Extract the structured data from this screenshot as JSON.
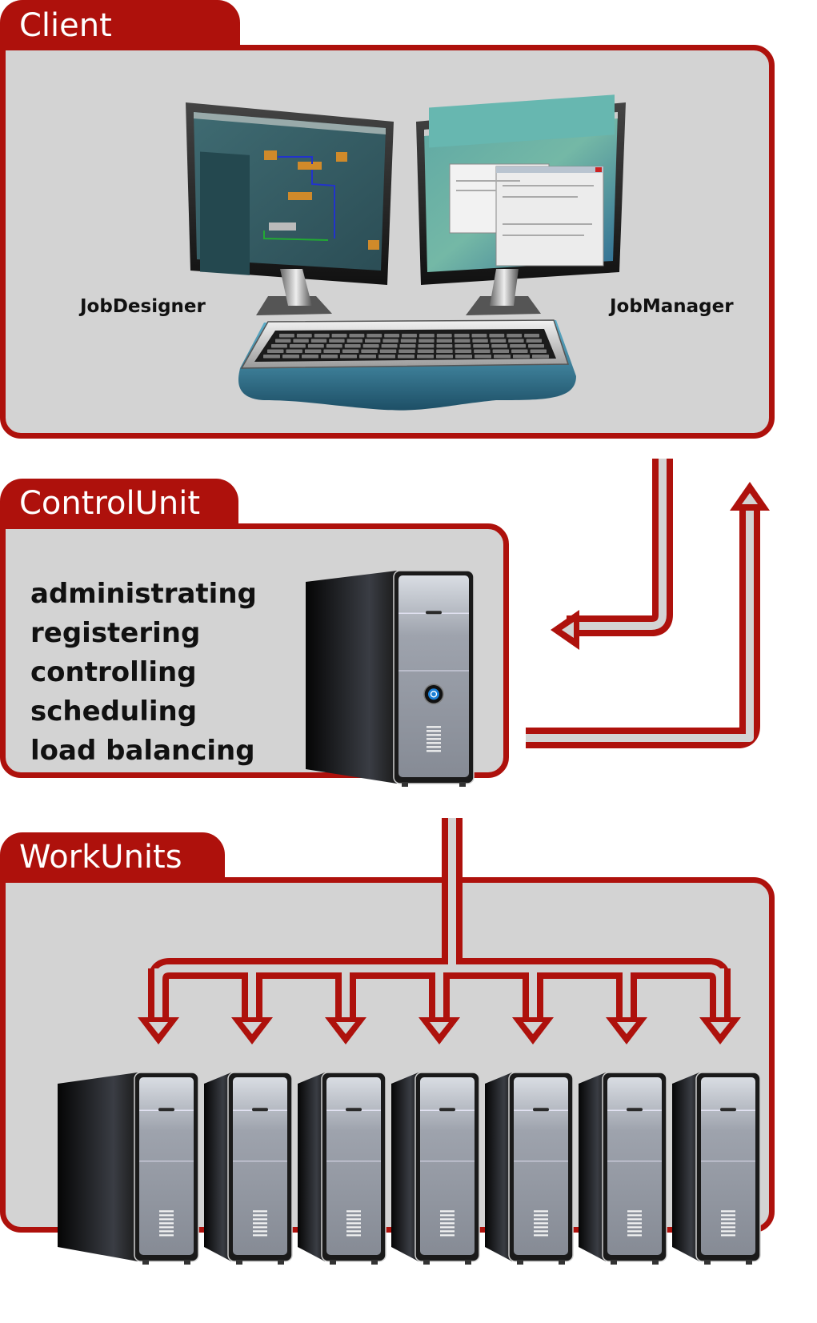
{
  "colors": {
    "accent_red": "#ae110c",
    "panel_fill": "#d3d3d3",
    "background": "#ffffff",
    "tab_text": "#ffffff",
    "body_text": "#111111"
  },
  "client": {
    "title": "Client",
    "monitors": [
      {
        "label": "JobDesigner",
        "icon": "monitor-workflow-designer-icon"
      },
      {
        "label": "JobManager",
        "icon": "monitor-job-manager-icon"
      }
    ],
    "keyboard_icon": "keyboard-icon"
  },
  "control_unit": {
    "title": "ControlUnit",
    "tasks": [
      "administrating",
      "registering",
      "controlling",
      "scheduling",
      "load balancing"
    ],
    "server_icon": "server-tower-icon"
  },
  "work_units": {
    "title": "WorkUnits",
    "server_count": 7,
    "server_icon": "server-tower-icon"
  },
  "connections": [
    {
      "from": "Client",
      "to": "ControlUnit",
      "direction": "down"
    },
    {
      "from": "ControlUnit",
      "to": "Client",
      "direction": "up"
    },
    {
      "from": "ControlUnit",
      "to": "WorkUnits",
      "direction": "down",
      "fanout": 7
    }
  ]
}
